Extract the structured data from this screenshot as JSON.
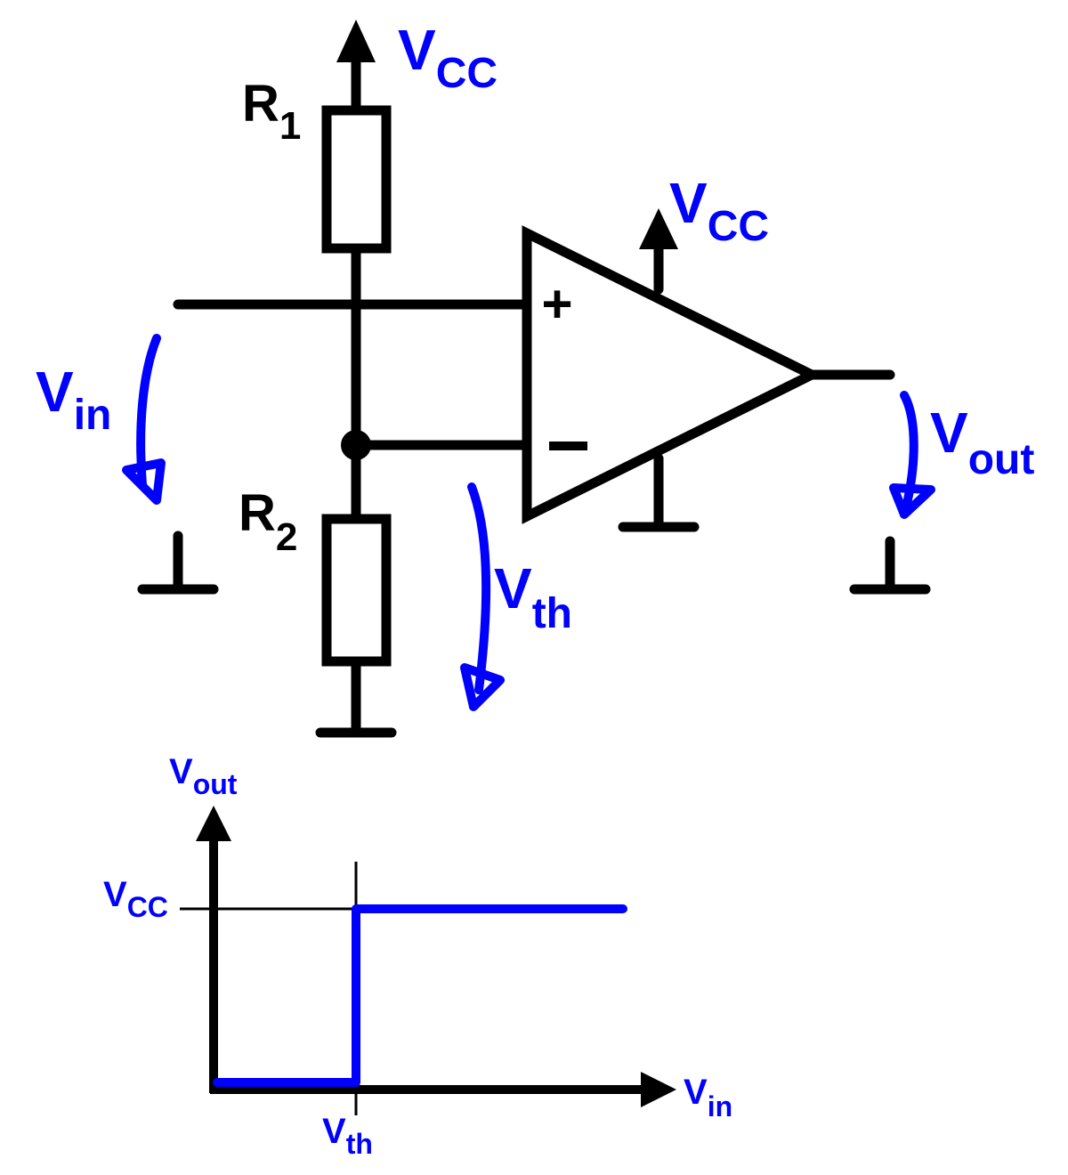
{
  "colors": {
    "wire": "#000000",
    "annotation": "#0000ff",
    "background": "#ffffff"
  },
  "circuit": {
    "r1": {
      "main": "R",
      "sub": "1"
    },
    "r2": {
      "main": "R",
      "sub": "2"
    },
    "vcc_supply": {
      "main": "V",
      "sub": "CC"
    },
    "vcc_opamp": {
      "main": "V",
      "sub": "CC"
    },
    "vin": {
      "main": "V",
      "sub": "in"
    },
    "vth": {
      "main": "V",
      "sub": "th"
    },
    "vout": {
      "main": "V",
      "sub": "out"
    },
    "plus_sign": "+",
    "minus_sign": "−"
  },
  "graph": {
    "y_axis": {
      "main": "V",
      "sub": "out"
    },
    "x_axis": {
      "main": "V",
      "sub": "in"
    },
    "vcc_tick": {
      "main": "V",
      "sub": "CC"
    },
    "vth_tick": {
      "main": "V",
      "sub": "th"
    }
  },
  "chart_data": {
    "type": "line",
    "x_label": "Vin",
    "y_label": "Vout",
    "series": [
      {
        "points": [
          [
            "0",
            "0"
          ],
          [
            "Vth",
            "0"
          ],
          [
            "Vth",
            "Vcc"
          ],
          [
            "beyond",
            "Vcc"
          ]
        ]
      }
    ]
  }
}
